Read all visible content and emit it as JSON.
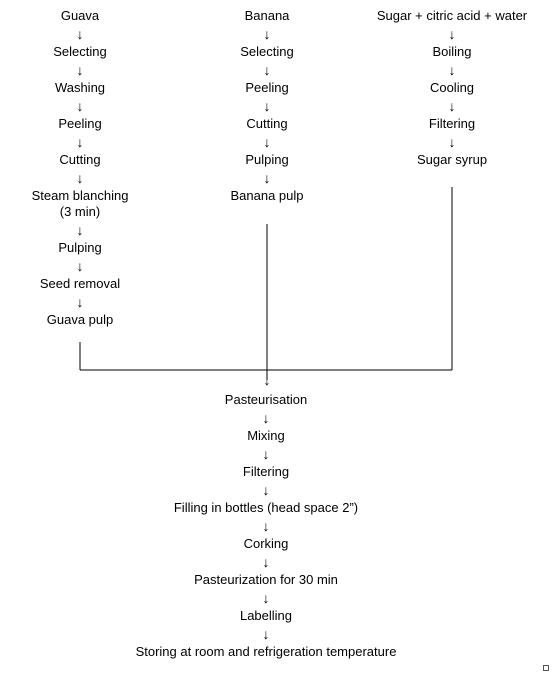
{
  "guava_column": {
    "steps": [
      "Guava",
      "Selecting",
      "Washing",
      "Peeling",
      "Cutting",
      "Steam blanching (3 min)",
      "Pulping",
      "Seed removal",
      "Guava pulp"
    ]
  },
  "banana_column": {
    "steps": [
      "Banana",
      "Selecting",
      "Peeling",
      "Cutting",
      "Pulping",
      "Banana pulp"
    ]
  },
  "syrup_column": {
    "steps": [
      "Sugar + citric acid + water",
      "Boiling",
      "Cooling",
      "Filtering",
      "Sugar syrup"
    ]
  },
  "process": {
    "steps": [
      "Pasteurisation",
      "Mixing",
      "Filtering",
      "Filling in bottles (head space 2”)",
      "Corking",
      "Pasteurization for 30 min",
      "Labelling",
      "Storing at room and refrigeration temperature"
    ]
  },
  "arrow_glyph": "↓"
}
